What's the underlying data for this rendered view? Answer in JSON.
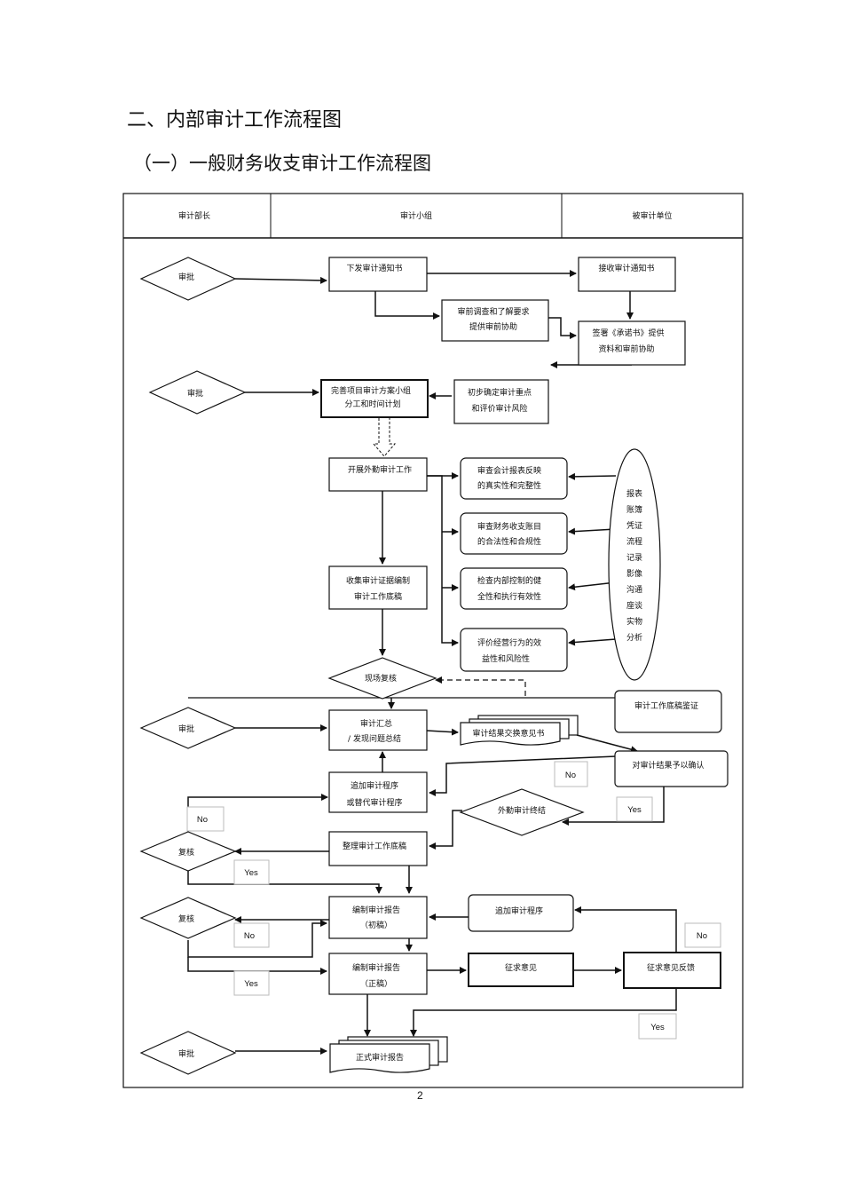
{
  "heading": "二、内部审计工作流程图",
  "subheading": "（一）一般财务收支审计工作流程图",
  "page_number": "2",
  "lanes": [
    "审计部长",
    "审计小组",
    "被审计单位"
  ],
  "nodes": {
    "approve1": "审批",
    "issue_notice": "下发审计通知书",
    "receive_notice": "接收审计通知书",
    "pre_survey_1": "审前调查和了解要求",
    "pre_survey_2": "提供审前协助",
    "sign_commit_1": "签署《承诺书》提供",
    "sign_commit_2": "资料和审前协助",
    "approve2": "审批",
    "plan_1": "完善项目审计方案小组",
    "plan_2": "分工和时间计划",
    "risk_1": "初步确定审计重点",
    "risk_2": "和评价审计风险",
    "fieldwork": "开展外勤审计工作",
    "check1_1": "审查会计报表反映",
    "check1_2": "的真实性和完整性",
    "check2_1": "审查财务收支账目",
    "check2_2": "的合法性和合规性",
    "check3_1": "检查内部控制的健",
    "check3_2": "全性和执行有效性",
    "check4_1": "评价经营行为的效",
    "check4_2": "益性和风险性",
    "methods": [
      "报表",
      "账簿",
      "凭证",
      "流程",
      "记录",
      "影像",
      "沟通",
      "座谈",
      "实物",
      "分析"
    ],
    "collect_1": "收集审计证据编制",
    "collect_2": "审计工作底稿",
    "onsite_review": "现场复核",
    "workpaper_verify": "审计工作底稿鉴证",
    "approve3": "审批",
    "summary_1": "审计汇总",
    "summary_2": "/ 发现问题总结",
    "exchange": "审计结果交换意见书",
    "confirm": "对审计结果予以确认",
    "no1": "No",
    "add_proc_1": "追加审计程序",
    "add_proc_2": "或替代审计程序",
    "end_field": "外勤审计终结",
    "yes1": "Yes",
    "no2": "No",
    "review1": "复核",
    "organize": "整理审计工作底稿",
    "yes2": "Yes",
    "review2": "复核",
    "draft_1": "编制审计报告",
    "draft_2": "（初稿）",
    "add_proc": "追加审计程序",
    "no3": "No",
    "no4": "No",
    "final_1": "编制审计报告",
    "final_2": "（正稿）",
    "solicit": "征求意见",
    "feedback": "征求意见反馈",
    "yes3": "Yes",
    "yes4": "Yes",
    "approve4": "审批",
    "formal_report": "正式审计报告"
  }
}
